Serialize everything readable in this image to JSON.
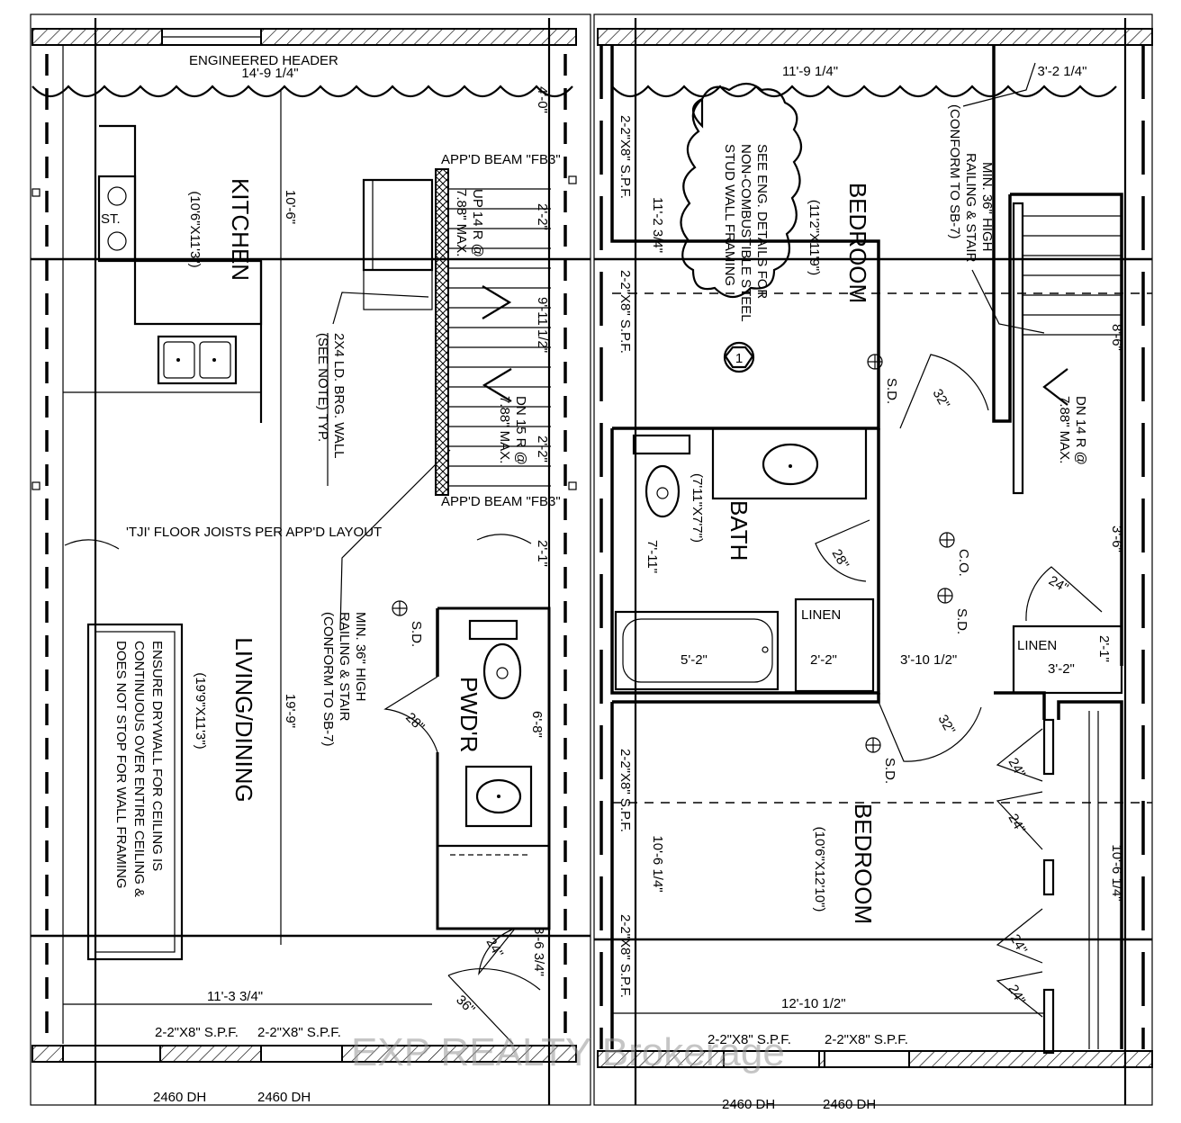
{
  "plan": {
    "rooms": {
      "kitchen_name": "KITCHEN",
      "kitchen_size": "(10'6\"X11'3\")",
      "living_name": "LIVING/DINING",
      "living_size": "(19'9\"X11'3\")",
      "pwdr_name": "PWD'R",
      "bedroom1_name": "BEDROOM",
      "bedroom1_size": "(11'2\"X11'9\")",
      "bath_name": "BATH",
      "bath_size": "(7'11\"X7'7\")",
      "bedroom2_name": "BEDROOM",
      "bedroom2_size": "(10'6\"X12'10\")",
      "linen1": "LINEN",
      "linen2": "LINEN"
    },
    "notes": {
      "engineered_header": "ENGINEERED HEADER",
      "beam_top": "APP'D BEAM \"FB3\"",
      "beam_bottom": "APP'D BEAM \"FB3\"",
      "joists": "'TJI' FLOOR JOISTS PER APP'D LAYOUT",
      "brg_wall_1": "2X4 LD. BRG. WALL",
      "brg_wall_2": "(SEE NOTE) TYP.",
      "stair_up_1": "UP 14 R @",
      "stair_up_2": "7.88\" MAX.",
      "stair_dn_1": "DN 15 R @",
      "stair_dn_2": "7.88\" MAX.",
      "railing_l1": "MIN. 36\" HIGH",
      "railing_l2": "RAILING & STAIR",
      "railing_l3": "(CONFORM TO SB-7)",
      "drywall_1": "ENSURE DRYWALL FOR CEILING IS",
      "drywall_2": "CONTINUOUS OVER ENTIRE CEILING &",
      "drywall_3": "DOES NOT STOP FOR WALL FRAMING",
      "steel_1": "SEE ENG. DETAILS FOR",
      "steel_2": "NON-COMBUSTIBLE STEEL",
      "steel_3": "STUD WALL FRAMING",
      "steel_tag": "1",
      "railing_r1": "MIN. 36\" HIGH",
      "railing_r2": "RAILING & STAIR",
      "railing_r3": "(CONFORM TO SB-7)",
      "stair_dn_r1": "DN 14 R @",
      "stair_dn_r2": "7.88\" MAX.",
      "sd": "S.D.",
      "co": "C.O.",
      "st": "ST."
    },
    "dims": {
      "d_14_9": "14'-9 1/4\"",
      "d_10_6": "10'-6\"",
      "d_19_9": "19'-9\"",
      "d_11_3": "11'-3 3/4\"",
      "d_6_8": "6'-8\"",
      "d_3_6": "3'-6 3/4\"",
      "d_9_11": "9'-11 1/2\"",
      "d_2_1": "2'-1\"",
      "d_2_2a": "2'-2\"",
      "d_2_2b": "2'-2\"",
      "d_11_9": "11'-9 1/4\"",
      "d_3_2a": "3'-2 1/4\"",
      "d_11_2": "11'-2 3/4\"",
      "d_8_6": "8'-6\"",
      "d_3_6b": "3'-6\"",
      "d_7_11": "7'-11\"",
      "d_5_2": "5'-2\"",
      "d_2_2c": "2'-2\"",
      "d_3_10": "3'-10 1/2\"",
      "d_3_2b": "3'-2\"",
      "d_10_6a": "10'-6 1/4\"",
      "d_10_6b": "10'-6 1/4\"",
      "d_12_10": "12'-10 1/2\"",
      "d_2_1b": "2'-1\"",
      "d_4_0": "4'-0\""
    },
    "doors": {
      "sw_28a": "28\"",
      "sw_28b": "28\"",
      "sw_24a": "24\"",
      "sw_36": "36\"",
      "sw_32a": "32\"",
      "sw_32b": "32\"",
      "sw_24b": "24\"",
      "sw_24c": "24\"",
      "sw_24d": "24\"",
      "sw_24e": "24\"",
      "sw_24f": "24\""
    },
    "framing": {
      "spf_bottom_l1": "2-2\"X8\" S.P.F.",
      "spf_bottom_l2": "2-2\"X8\" S.P.F.",
      "spf_bottom_r1": "2-2\"X8\" S.P.F.",
      "spf_bottom_r2": "2-2\"X8\" S.P.F.",
      "spf_side_1": "2-2\"X8\" S.P.F.",
      "spf_side_2": "2-2\"X8\" S.P.F.",
      "spf_side_3": "2-2\"X8\" S.P.F.",
      "spf_side_4": "2-2\"X8\" S.P.F.",
      "dh_1": "2460 DH",
      "dh_2": "2460 DH",
      "dh_3": "2460 DH",
      "dh_4": "2460 DH"
    },
    "watermark": "EXP REALTY Brokerage"
  }
}
